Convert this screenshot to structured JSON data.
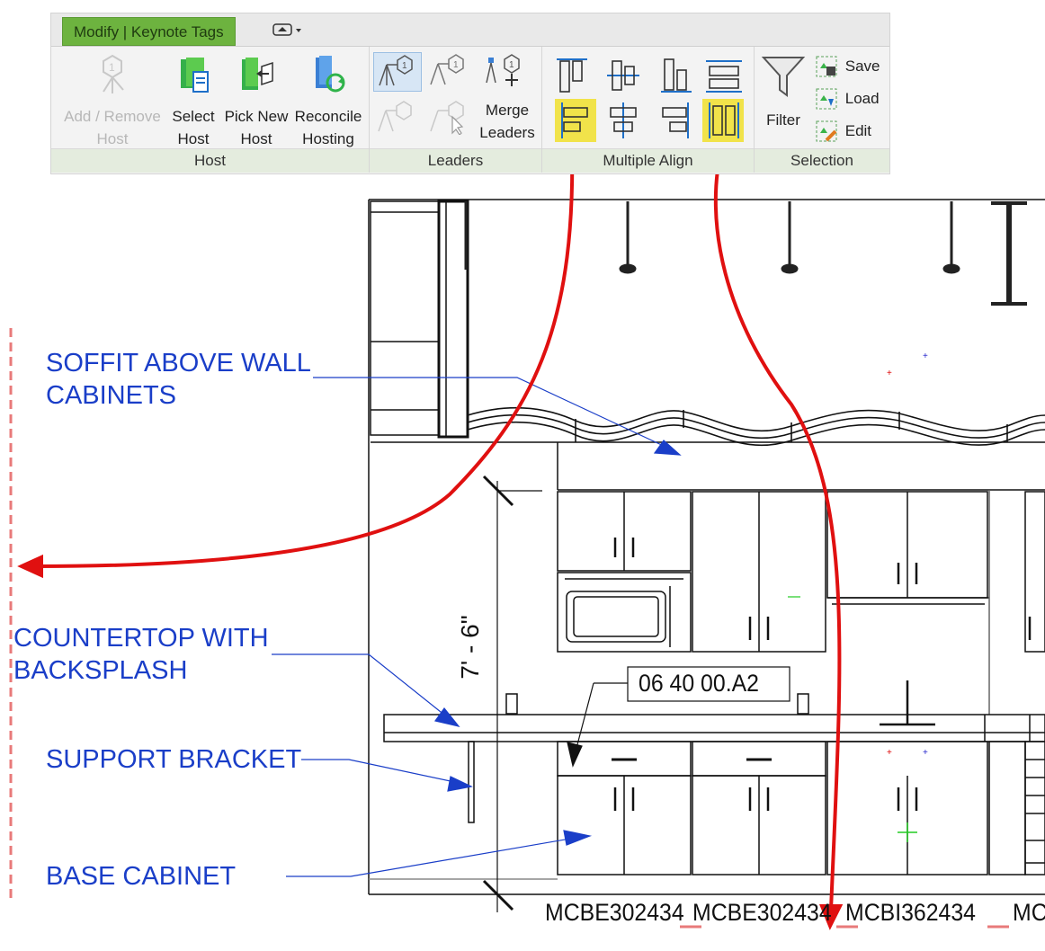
{
  "ribbon": {
    "context_tab": "Modify | Keynote Tags",
    "panels": {
      "host": {
        "title": "Host",
        "tools": [
          {
            "line1": "Add / Remove",
            "line2": "Host"
          },
          {
            "line1": "Select",
            "line2": "Host"
          },
          {
            "line1": "Pick New",
            "line2": "Host"
          },
          {
            "line1": "Reconcile",
            "line2": "Hosting"
          }
        ]
      },
      "leaders": {
        "title": "Leaders",
        "merge_line1": "Merge",
        "merge_line2": "Leaders"
      },
      "multiple_align": {
        "title": "Multiple Align"
      },
      "selection": {
        "title": "Selection",
        "filter_label": "Filter",
        "save_label": "Save",
        "load_label": "Load",
        "edit_label": "Edit"
      }
    }
  },
  "drawing": {
    "notes": {
      "soffit_line1": "SOFFIT ABOVE WALL",
      "soffit_line2": "CABINETS",
      "countertop_line1": "COUNTERTOP WITH",
      "countertop_line2": "BACKSPLASH",
      "support_bracket": "SUPPORT BRACKET",
      "base_cabinet": "BASE CABINET"
    },
    "keynote_tag": "06 40 00.A2",
    "dimension": "7' - 6\"",
    "cabinet_tags": [
      "MCBE302434",
      "MCBE302434",
      "MCBI362434",
      "MC"
    ]
  },
  "colors": {
    "annotation_blue": "#1a3ec8",
    "arrow_red": "#e01010",
    "highlight_yellow": "#f1e34a",
    "alignment_line": "#e87a7a"
  }
}
